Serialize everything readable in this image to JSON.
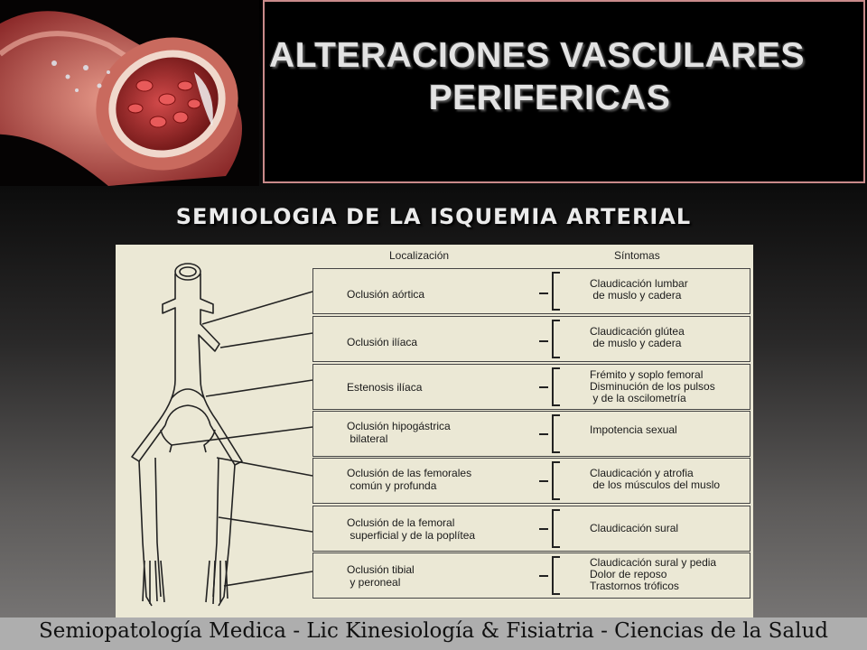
{
  "header": {
    "title_line1": "ALTERACIONES VASCULARES",
    "title_line2": "PERIFERICAS"
  },
  "subtitle": "SEMIOLOGIA DE LA ISQUEMIA ARTERIAL",
  "table": {
    "header_location": "Localización",
    "header_symptoms": "Síntomas",
    "rows": [
      {
        "location": "Oclusión aórtica",
        "symptoms": "Claudicación lumbar\n de muslo y cadera"
      },
      {
        "location": "Oclusión ilíaca",
        "symptoms": "Claudicación glútea\n de muslo y cadera"
      },
      {
        "location": "Estenosis ilíaca",
        "symptoms": "Frémito y soplo femoral\nDisminución de los pulsos\n y de la oscilometría"
      },
      {
        "location": "Oclusión hipogástrica\n bilateral",
        "symptoms": "Impotencia sexual"
      },
      {
        "location": "Oclusión de las femorales\n común y profunda",
        "symptoms": "Claudicación y atrofia\n de los músculos del muslo"
      },
      {
        "location": "Oclusión de la femoral\n superficial y de la poplítea",
        "symptoms": "Claudicación sural"
      },
      {
        "location": "Oclusión tibial\n y peroneal",
        "symptoms": "Claudicación sural y pedia\nDolor de reposo\nTrastornos tróficos"
      }
    ]
  },
  "footer": "Semiopatología Medica - Lic Kinesiología & Fisiatria - Ciencias de la Salud",
  "colors": {
    "title_border": "#c98a8a",
    "diagram_bg": "#ebe8d5",
    "vessel_red": "#b83a3a"
  }
}
